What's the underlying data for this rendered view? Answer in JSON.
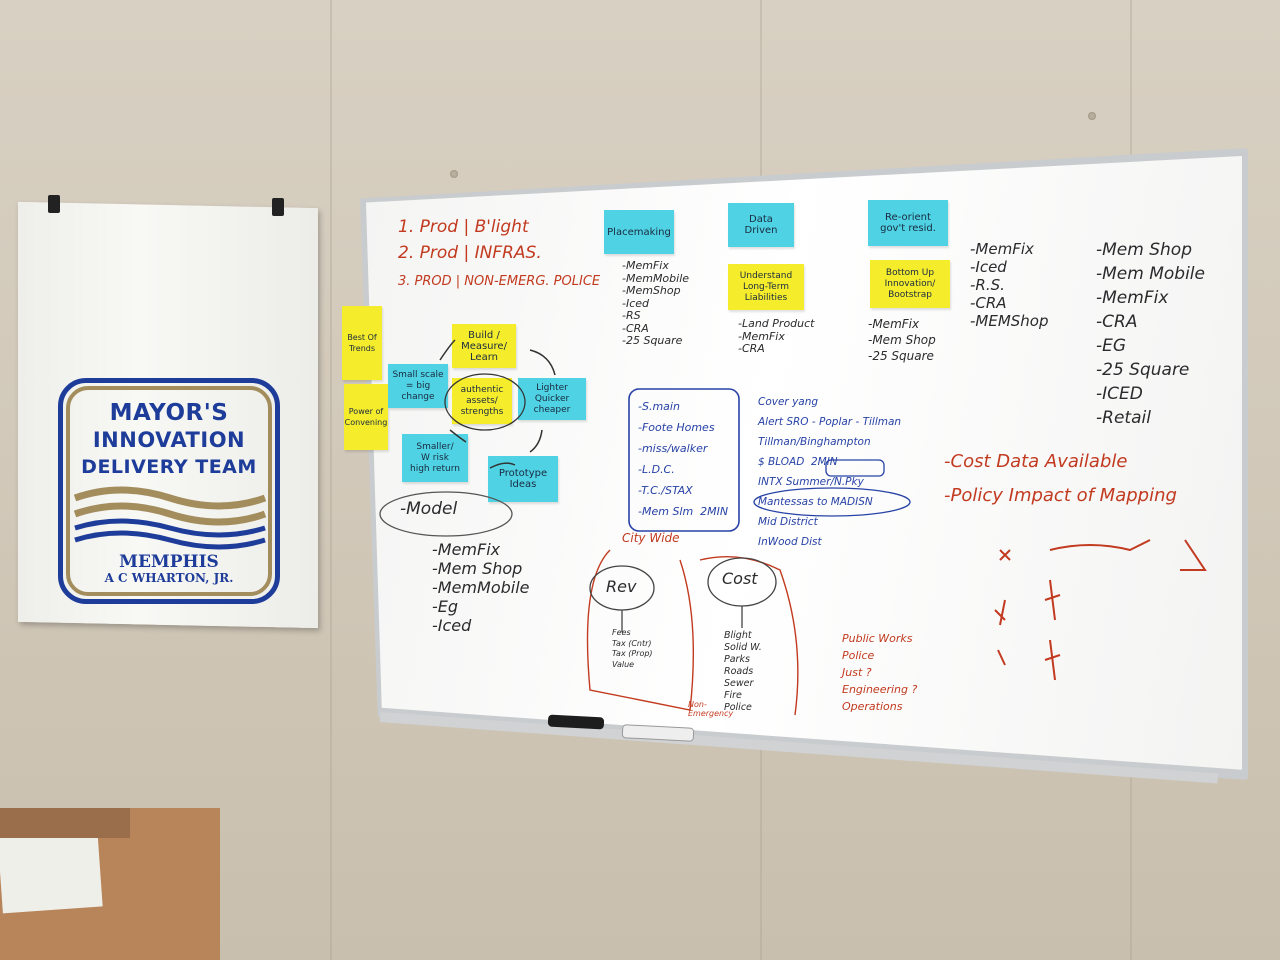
{
  "poster": {
    "title_line1": "MAYOR'S",
    "title_line2": "INNOVATION",
    "title_line3": "DELIVERY TEAM",
    "city": "MEMPHIS",
    "name": "A C WHARTON, JR.",
    "colors": {
      "blue": "#1e3c99",
      "gold": "#a38d5d"
    }
  },
  "board": {
    "priorities": [
      "1. Prod | B'light",
      "2. Prod | INFRAS.",
      "3. PROD | NON-EMERG. POLICE"
    ],
    "headers": {
      "placemaking": "Placemaking",
      "data_driven": "Data\nDriven",
      "reorient": "Re-orient\ngov't  resid."
    },
    "understand_note": "Understand\nLong-Term\nLiabilities",
    "bottom_up_note": "Bottom Up\nInnovation/\nBootstrap",
    "placemaking_list": "-MemFix\n-MemMobile\n-MemShop\n-Iced\n-RS\n-CRA\n-25 Square",
    "understand_list": "-Land Product\n-MemFix\n-CRA",
    "bottom_up_list": "-MemFix\n-Mem Shop\n-25 Square",
    "middle_right_list": "-MemFix\n-Iced\n-R.S.\n-CRA\n-MEMShop",
    "far_right_list": "-Mem Shop\n-Mem Mobile\n-MemFix\n-CRA\n-EG\n-25 Square\n-ICED\n-Retail",
    "cycle_notes": {
      "build": "Build /\nMeasure/\nLearn",
      "small_scale": "Small scale\n= big\nchange",
      "authentic": "authentic\nassets/\nstrengths",
      "lighter": "Lighter\nQuicker\ncheaper",
      "smaller": "Smaller/\nW risk\nhigh return",
      "prototype": "Prototype\nIdeas",
      "best_of": "Best Of\nTrends",
      "power": "Power of\nConvening"
    },
    "model_label": "-Model",
    "model_list": "-MemFix\n-Mem Shop\n-MemMobile\n-Eg\n-Iced",
    "boxed_list": "-S.main\n-Foote Homes\n-miss/walker\n-L.D.C.\n-T.C./STAX\n-Mem Slm  2MIN",
    "notes_center": "Cover yang\nAlert SRO - Poplar - Tillman\nTillman/Binghampton\n$ BLOAD  2MIN\nINTX Summer/N.Pky\nMantessas to MADISN\nMid District\nInWood Dist",
    "rev_label": "Rev",
    "cost_label": "Cost",
    "city_wide": "City Wide",
    "fees_list": "Fees\nTax (Cntr)\nTax (Prop)\nValue",
    "cost_list": "Blight\nSolid W.\nParks\nRoads\nSewer\nFire\nPolice",
    "non_emergency": "Non-\nEmergency",
    "cost_data": "-Cost Data Available",
    "policy_impact": "-Policy Impact of Mapping",
    "red_misc": "Public Works\nPolice\nJust ?\nEngineering ?\nOperations"
  }
}
